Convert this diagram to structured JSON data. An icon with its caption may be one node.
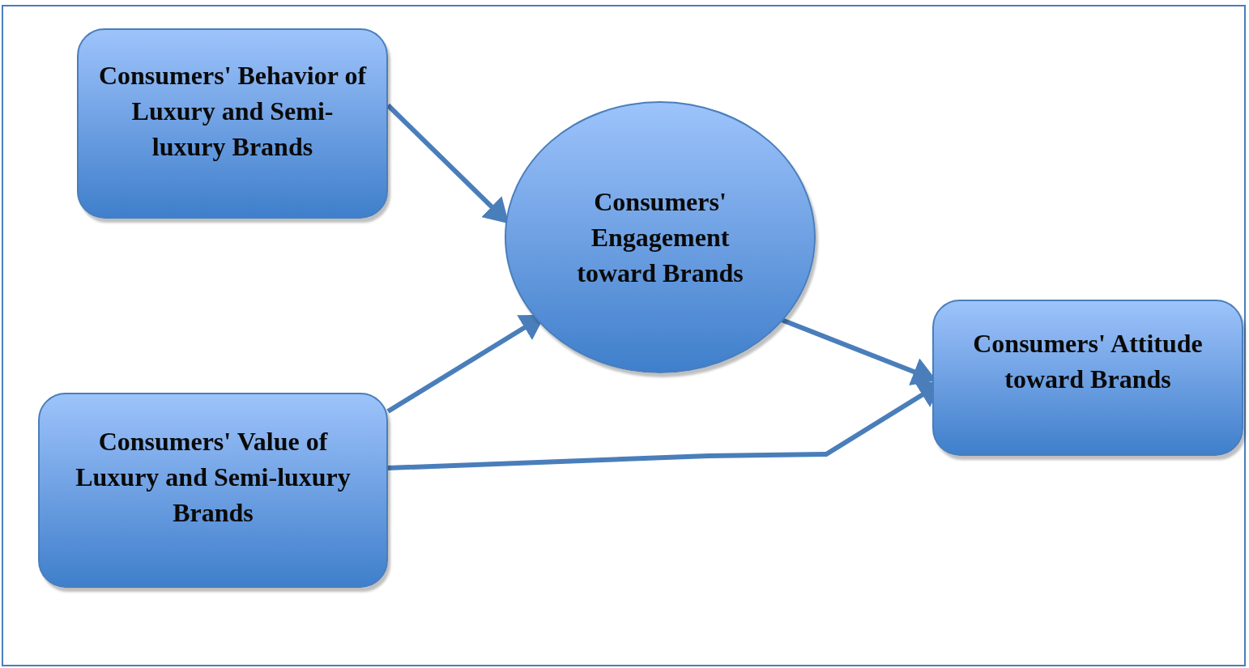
{
  "diagram": {
    "nodes": [
      {
        "text": [
          "Consumers' Behavior of Luxury and Semi-luxury Brands"
        ]
      },
      {
        "text": [
          "Consumers' Engagement toward Brands"
        ]
      },
      {
        "text": [
          "Consumers' Value of Luxury and Semi-luxury Brands"
        ]
      },
      {
        "text": [
          "Consumers' Attitude toward Brands"
        ]
      }
    ],
    "edges": [
      {
        "from": 0,
        "to": 1,
        "arrow": "to"
      },
      {
        "from": 2,
        "to": 1,
        "arrow": "to"
      },
      {
        "from": 1,
        "to": 3,
        "arrow": "to"
      },
      {
        "from": 2,
        "to": 3,
        "arrow": "to"
      }
    ]
  }
}
